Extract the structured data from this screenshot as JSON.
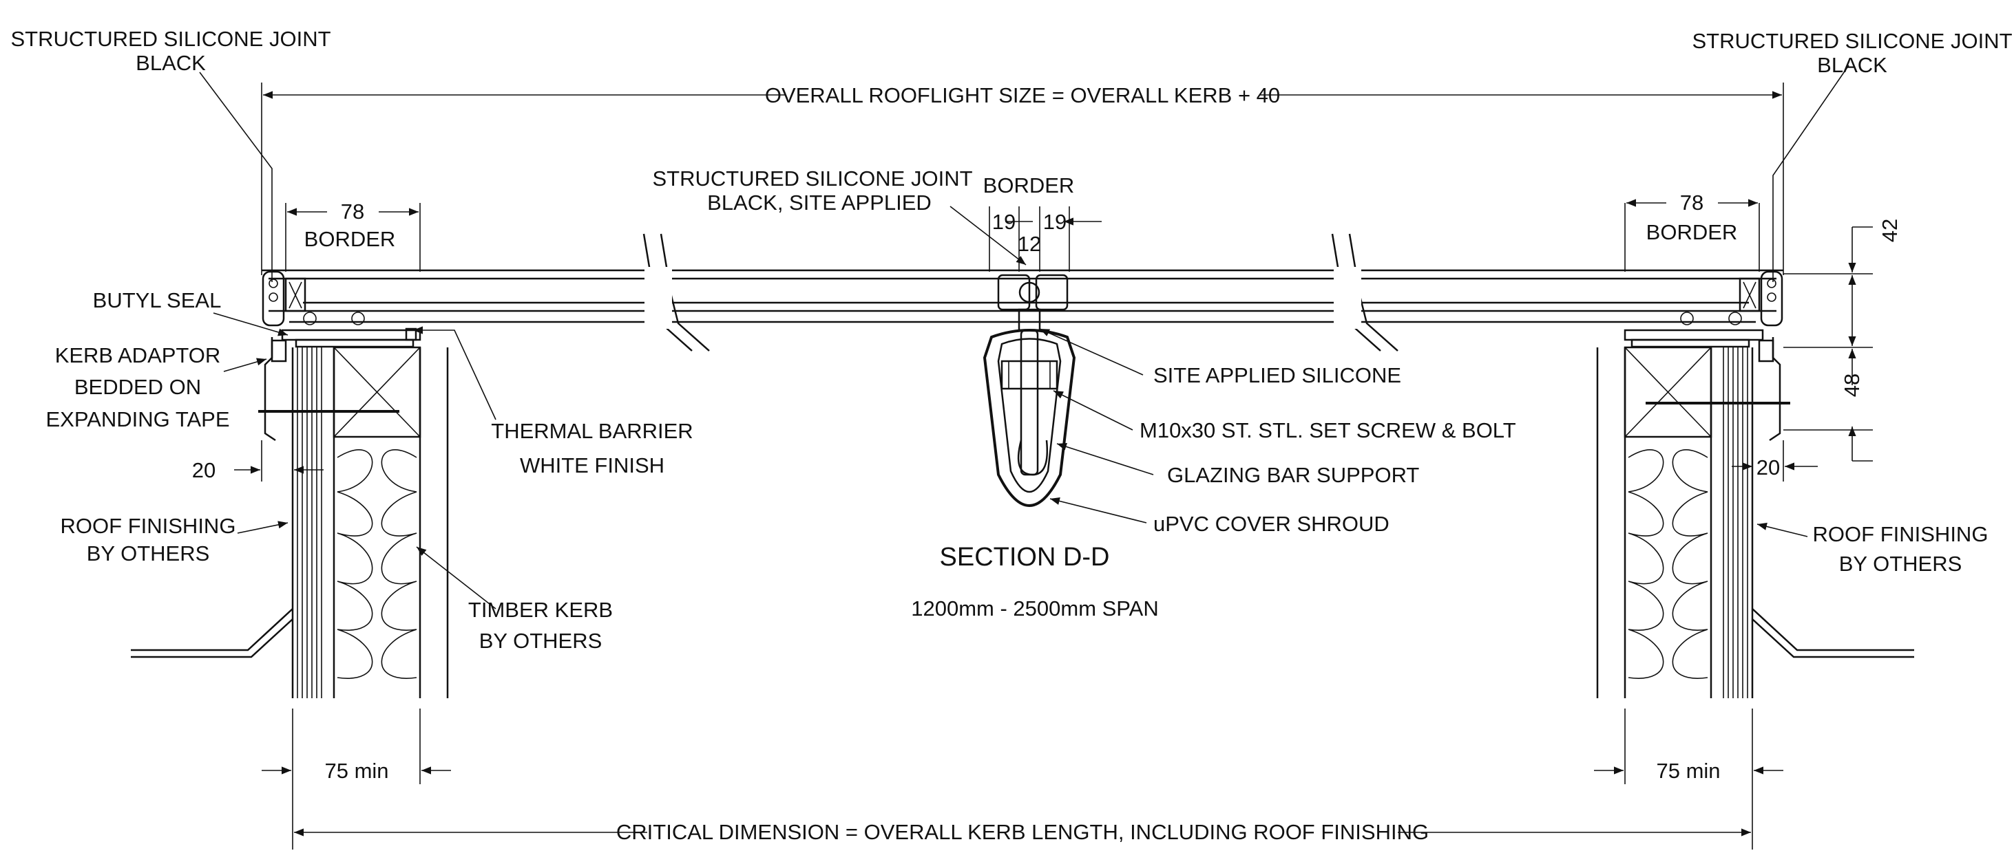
{
  "labels": {
    "ssj_left_1": "STRUCTURED SILICONE JOINT",
    "ssj_left_2": "BLACK",
    "ssj_right_1": "STRUCTURED SILICONE JOINT",
    "ssj_right_2": "BLACK",
    "overall": "OVERALL ROOFLIGHT SIZE = OVERALL KERB + 40",
    "border_left_val": "78",
    "border_left_txt": "BORDER",
    "border_right_val": "78",
    "border_right_txt": "BORDER",
    "ssj_mid_1": "STRUCTURED SILICONE JOINT",
    "ssj_mid_2": "BLACK, SITE APPLIED",
    "border_mid": "BORDER",
    "dim_19a": "19",
    "dim_19b": "19",
    "dim_12": "12",
    "dim_42": "42",
    "dim_48": "48",
    "butyl": "BUTYL SEAL",
    "kerb_1": "KERB ADAPTOR",
    "kerb_2": "BEDDED ON",
    "kerb_3": "EXPANDING TAPE",
    "dim_20_left": "20",
    "dim_20_right": "20",
    "thermal_1": "THERMAL BARRIER",
    "thermal_2": "WHITE FINISH",
    "site_silicone": "SITE APPLIED SILICONE",
    "screw": "M10x30 ST. STL. SET SCREW & BOLT",
    "glazing_bar": "GLAZING BAR SUPPORT",
    "upvc": "uPVC COVER SHROUD",
    "section": "SECTION D-D",
    "span": "1200mm - 2500mm SPAN",
    "roof_left_1": "ROOF FINISHING",
    "roof_left_2": "BY OTHERS",
    "roof_right_1": "ROOF FINISHING",
    "roof_right_2": "BY OTHERS",
    "timber_1": "TIMBER KERB",
    "timber_2": "BY OTHERS",
    "min_left": "75 min",
    "min_right": "75 min",
    "critical": "CRITICAL DIMENSION =  OVERALL KERB LENGTH, INCLUDING ROOF FINISHING"
  }
}
